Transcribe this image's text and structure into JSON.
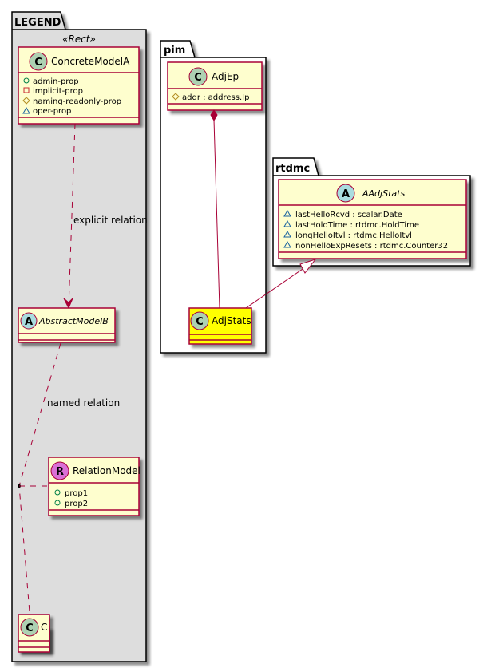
{
  "colors": {
    "class_fill": "#FEFECE",
    "class_border": "#A80036",
    "highlight_fill": "#FFFF00",
    "legend_bg": "#DDDDDD",
    "class_circle": "#ADD1B2",
    "abstract_circle": "#A9DCDF",
    "relation_circle": "#DA70D6",
    "public_green": "#038048",
    "private_red": "#C82930",
    "protected_gold": "#B38D22",
    "package_blue": "#1963A0"
  },
  "packages": {
    "legend": {
      "name": "LEGEND",
      "stereotype": "«Rect»"
    },
    "pim": {
      "name": "pim"
    },
    "rtdmc": {
      "name": "rtdmc"
    }
  },
  "classes": {
    "concrete_a": {
      "kind": "C",
      "name": "ConcreteModelA",
      "attributes": [
        {
          "visibility": "public",
          "text": "admin-prop"
        },
        {
          "visibility": "private",
          "text": "implicit-prop"
        },
        {
          "visibility": "protected",
          "text": "naming-readonly-prop"
        },
        {
          "visibility": "package",
          "text": "oper-prop"
        }
      ]
    },
    "abstract_b": {
      "kind": "A",
      "name": "AbstractModelB",
      "attributes": []
    },
    "relation_model": {
      "kind": "R",
      "name": "RelationModel",
      "attributes": [
        {
          "visibility": "public",
          "text": "prop1"
        },
        {
          "visibility": "public",
          "text": "prop2"
        }
      ]
    },
    "c": {
      "kind": "C",
      "name": "C",
      "attributes": []
    },
    "adj_ep": {
      "kind": "C",
      "name": "AdjEp",
      "attributes": [
        {
          "visibility": "protected",
          "text": "addr : address.Ip"
        }
      ]
    },
    "adj_stats": {
      "kind": "C",
      "name": "AdjStats",
      "attributes": [],
      "highlighted": true
    },
    "a_adj_stats": {
      "kind": "A",
      "name": "AAdjStats",
      "attributes": [
        {
          "visibility": "package",
          "text": "lastHelloRcvd : scalar.Date"
        },
        {
          "visibility": "package",
          "text": "lastHoldTime : rtdmc.HoldTime"
        },
        {
          "visibility": "package",
          "text": "longHelloItvl : rtdmc.HelloItvl"
        },
        {
          "visibility": "package",
          "text": "nonHelloExpResets : rtdmc.Counter32"
        }
      ]
    }
  },
  "relations": {
    "explicit": {
      "label": "explicit relation",
      "from": "ConcreteModelA",
      "to": "AbstractModelB",
      "type": "dependency"
    },
    "named": {
      "label": "named relation",
      "from": "AbstractModelB",
      "to": "C",
      "type": "dependency",
      "association_class": "RelationModel"
    },
    "composition": {
      "from": "AdjEp",
      "to": "AdjStats",
      "type": "composition"
    },
    "inheritance": {
      "from": "AdjStats",
      "to": "AAdjStats",
      "type": "generalization"
    }
  }
}
